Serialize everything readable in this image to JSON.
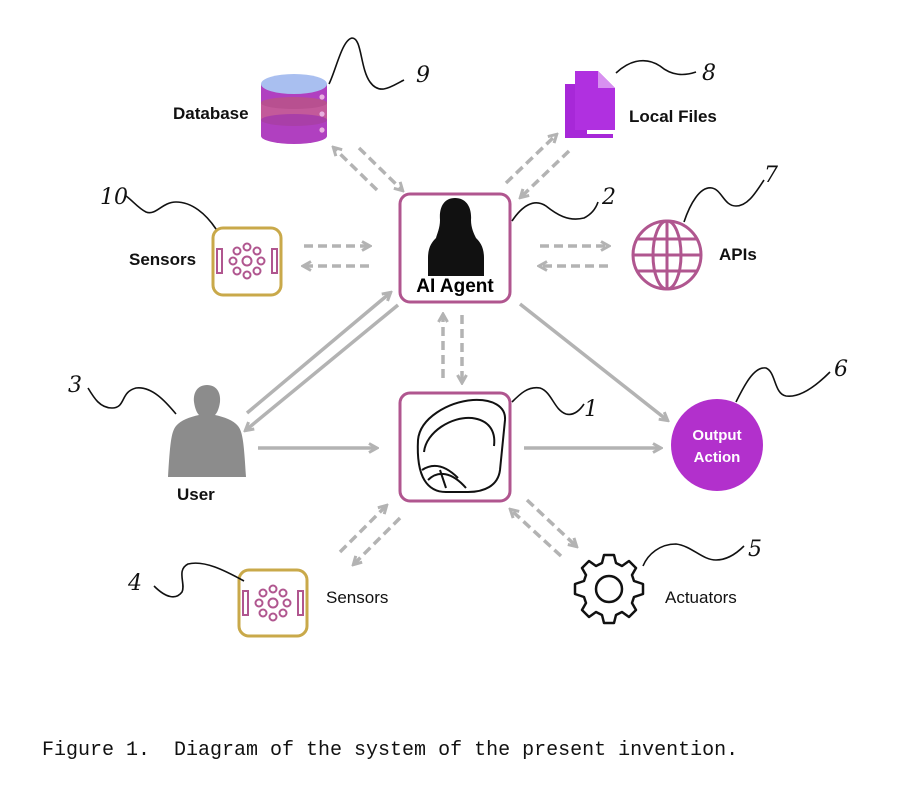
{
  "nodes": {
    "ai_agent": {
      "label": "AI Agent",
      "ref": "2"
    },
    "device": {
      "ref": "1"
    },
    "user": {
      "label": "User",
      "ref": "3"
    },
    "sensors_user": {
      "label": "Sensors",
      "ref": "4"
    },
    "actuators": {
      "label": "Actuators",
      "ref": "5"
    },
    "output_action": {
      "label_line1": "Output",
      "label_line2": "Action",
      "ref": "6"
    },
    "apis": {
      "label": "APIs",
      "ref": "7"
    },
    "local_files": {
      "label": "Local Files",
      "ref": "8"
    },
    "database": {
      "label": "Database",
      "ref": "9"
    },
    "sensors_agent": {
      "label": "Sensors",
      "ref": "10"
    }
  },
  "caption": "Figure 1.  Diagram of the system of the present invention.",
  "colors": {
    "node_border": "#b0568f",
    "sensor_border": "#c9a94a",
    "sensor_dots": "#b0568f",
    "output_fill": "#b230cc",
    "arrow": "#b3b3b3",
    "api_globe": "#b0568f",
    "files": "#b030e0"
  }
}
